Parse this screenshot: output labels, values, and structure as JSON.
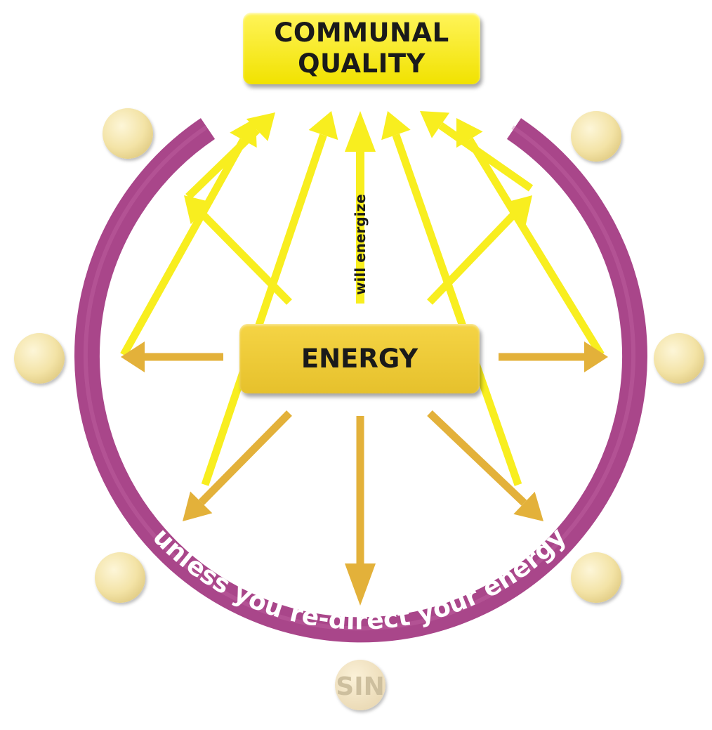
{
  "top_box": {
    "line1": "COMMUNAL",
    "line2": "QUALITY"
  },
  "center_box": {
    "label": "ENERGY"
  },
  "arrow_label": "will energize",
  "arc_text": "unless you re-direct your energy",
  "bottom_circle": {
    "label": "SIN"
  },
  "colors": {
    "ring": "#a9468a",
    "yellow_arrow": "#f8ee1f",
    "gold_arrow": "#e3b13a",
    "circle": "#f6e7b0",
    "top_box": "#f5e81c",
    "center_box": "#eecb3a"
  }
}
